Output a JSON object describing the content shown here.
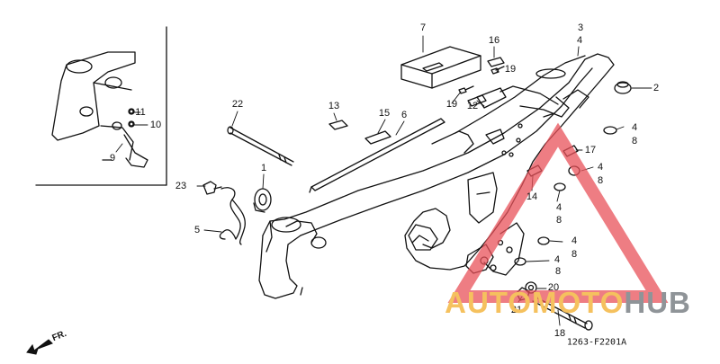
{
  "parts": [
    {
      "id": "part-1",
      "num": "1"
    },
    {
      "id": "part-2",
      "num": "2"
    },
    {
      "id": "part-3",
      "num": "3"
    },
    {
      "id": "part-4-top",
      "num": "4"
    },
    {
      "id": "part-4-a",
      "num": "4"
    },
    {
      "id": "part-8-a",
      "num": "8"
    },
    {
      "id": "part-4-b",
      "num": "4"
    },
    {
      "id": "part-8-b",
      "num": "8"
    },
    {
      "id": "part-4-c",
      "num": "4"
    },
    {
      "id": "part-8-c",
      "num": "8"
    },
    {
      "id": "part-4-d",
      "num": "4"
    },
    {
      "id": "part-8-d",
      "num": "8"
    },
    {
      "id": "part-4-e",
      "num": "4"
    },
    {
      "id": "part-8-e",
      "num": "8"
    },
    {
      "id": "part-5",
      "num": "5"
    },
    {
      "id": "part-6",
      "num": "6"
    },
    {
      "id": "part-7",
      "num": "7"
    },
    {
      "id": "part-9",
      "num": "9"
    },
    {
      "id": "part-10",
      "num": "10"
    },
    {
      "id": "part-11",
      "num": "11"
    },
    {
      "id": "part-12",
      "num": "12"
    },
    {
      "id": "part-13",
      "num": "13"
    },
    {
      "id": "part-14",
      "num": "14"
    },
    {
      "id": "part-15",
      "num": "15"
    },
    {
      "id": "part-16",
      "num": "16"
    },
    {
      "id": "part-17",
      "num": "17"
    },
    {
      "id": "part-18",
      "num": "18"
    },
    {
      "id": "part-19-a",
      "num": "19"
    },
    {
      "id": "part-19-b",
      "num": "19"
    },
    {
      "id": "part-20",
      "num": "20"
    },
    {
      "id": "part-21",
      "num": "21"
    },
    {
      "id": "part-22",
      "num": "22"
    },
    {
      "id": "part-23",
      "num": "23"
    }
  ],
  "diagram_code": "1263-F2201A",
  "direction_label": "FR.",
  "watermark": {
    "part1": "AUTOMOTO",
    "part2": "HUB",
    "accent": "#f5c15e",
    "secondary": "#8f9498",
    "triangle": "#e8525a"
  },
  "line_color": "#111111"
}
